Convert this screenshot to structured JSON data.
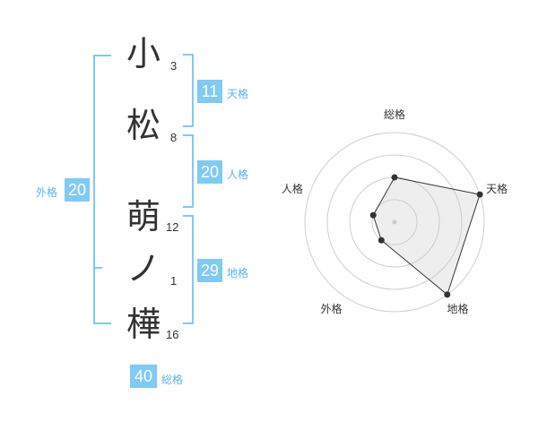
{
  "name": {
    "characters": [
      {
        "char": "小",
        "strokes": "3"
      },
      {
        "char": "松",
        "strokes": "8"
      },
      {
        "char": "萌",
        "strokes": "12"
      },
      {
        "char": "ノ",
        "strokes": "1"
      },
      {
        "char": "樺",
        "strokes": "16"
      }
    ]
  },
  "fortune": {
    "tenkaku": {
      "label": "天格",
      "value": "11"
    },
    "jinkaku": {
      "label": "人格",
      "value": "20"
    },
    "chikaku": {
      "label": "地格",
      "value": "29"
    },
    "gaikaku": {
      "label": "外格",
      "value": "20"
    },
    "soukaku": {
      "label": "総格",
      "value": "40"
    }
  },
  "colors": {
    "accent": "#7ecbf5",
    "accent_text": "#5bb4e6",
    "text": "#333333"
  },
  "chart_data": {
    "type": "radar",
    "axes": [
      "総格",
      "天格",
      "地格",
      "外格",
      "人格"
    ],
    "values": [
      2,
      4,
      4,
      1,
      1
    ],
    "max": 4,
    "rings": 4
  }
}
